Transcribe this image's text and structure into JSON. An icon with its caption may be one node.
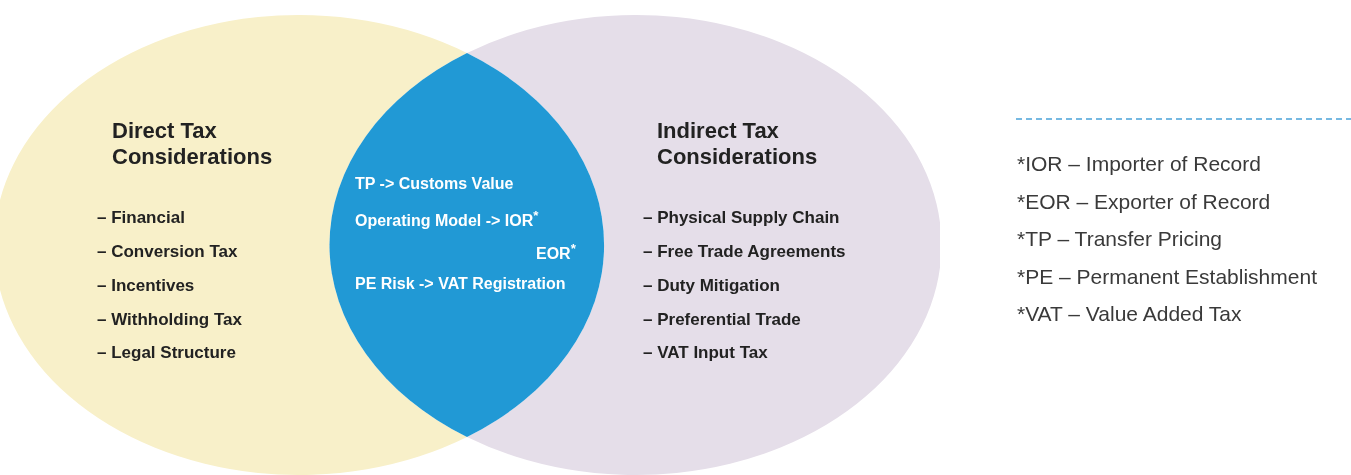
{
  "diagram": {
    "nodes": [
      {
        "text": [
          "Direct Tax Considerations",
          "– Financial",
          "– Conversion Tax",
          "– Incentives",
          "– Withholding Tax",
          "– Legal Structure"
        ]
      },
      {
        "text": [
          "Indirect Tax Considerations",
          "– Physical Supply Chain",
          "– Free Trade Agreements",
          "– Duty Mitigation",
          "– Preferential Trade",
          "– VAT Input Tax"
        ]
      },
      {
        "text": [
          "TP -> Customs Value",
          "Operating Model -> IOR$^{*}$",
          "EOR$^{*}$",
          "PE Risk -> VAT Registration"
        ]
      }
    ],
    "edges": [],
    "labels": [
      "*IOR – Importer of Record",
      "*EOR – Exporter of Record",
      "*TP – Transfer Pricing",
      "*PE – Permanent Establishment",
      "*VAT – Value Added Tax"
    ]
  }
}
